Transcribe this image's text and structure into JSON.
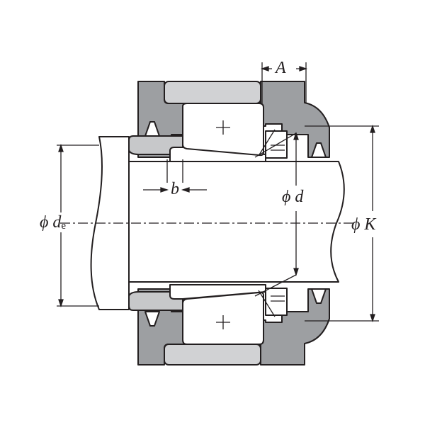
{
  "diagram": {
    "type": "bearing-cross-section",
    "description": "Tapered roller bearing mounted on shaft with adapter sleeve, housing and seals",
    "colors": {
      "housing": "#9d9fa2",
      "outer_ring": "#d1d2d4",
      "sleeve": "#c7c8ca",
      "roller": "#ffffff",
      "line": "#231f20"
    },
    "labels": {
      "A": "A",
      "b": "b",
      "d": "ϕ d",
      "de_symbol": "ϕ d",
      "de_sub": "e",
      "K": "ϕ K"
    },
    "roller_marks": [
      "+",
      "+"
    ]
  }
}
